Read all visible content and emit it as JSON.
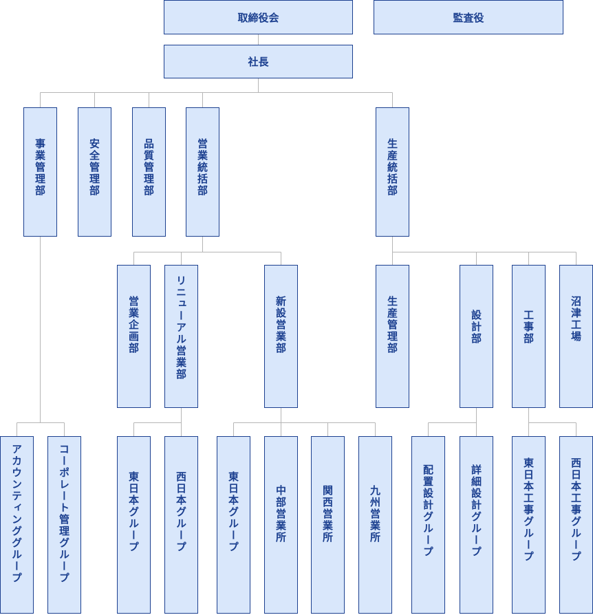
{
  "org": {
    "board": "取締役会",
    "auditor": "監査役",
    "president": "社長",
    "jigyo_kanri": "事業管理部",
    "anzen_kanri": "安全管理部",
    "hinshitsu_kanri": "品質管理部",
    "eigyo_tokatsu": "営業統括部",
    "seisan_tokatsu": "生産統括部",
    "eigyo_kikaku": "営業企画部",
    "renewal_eigyo": "リニューアル営業部",
    "shinsetsu_eigyo": "新設営業部",
    "seisan_kanri": "生産管理部",
    "sekkei": "設計部",
    "koji": "工事部",
    "numazu": "沼津工場",
    "accounting": "アカウンティンググループ",
    "corporate": "コーポレート管理グループ",
    "renewal_east": "東日本グループ",
    "renewal_west": "西日本グループ",
    "shinsetsu_east": "東日本グループ",
    "chubu": "中部営業所",
    "kansai": "関西営業所",
    "kyushu": "九州営業所",
    "haichi_sekkei": "配置設計グループ",
    "shosai_sekkei": "詳細設計グループ",
    "east_koji": "東日本工事グループ",
    "west_koji": "西日本工事グループ"
  },
  "colors": {
    "box_fill": "#d9e7fb",
    "box_border": "#1b3f8f",
    "text": "#1b3f8f",
    "connector": "#b5b5b5"
  }
}
